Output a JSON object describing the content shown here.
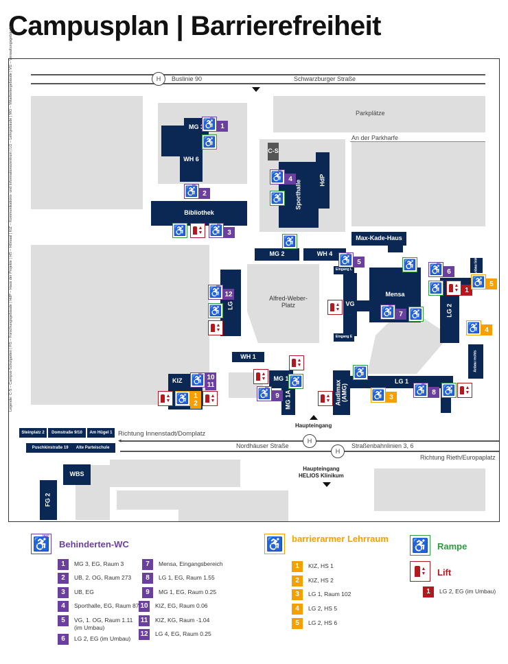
{
  "title": "Campusplan | Barrierefreiheit",
  "colors": {
    "navy": "#0b2855",
    "wc": "#6b3fa0",
    "lehrraum": "#f5a000",
    "rampe": "#2e9a3e",
    "lift": "#b3181e",
    "gray": "#dedede"
  },
  "side_legend": "Legende: C-S – Campus-Schulgarten | FG – Forschungsgebäude | HdP – Haus der Projekte | HS – Hörsaal | KIZ – Kommunikations- und Informationszentrum | LG – Lehrgebäude | MG – Mitarbeitergebäude | VG – Verwaltungsgebäude",
  "map": {
    "stop_label": "H",
    "roads": {
      "bus": "Buslinie 90",
      "schwarzburger": "Schwarzburger Straße",
      "parkplaetze": "Parkplätze",
      "parkharfe": "An der Parkharfe",
      "platz": "Alfred-Weber-Platz",
      "innenstadt": "Richtung Innenstadt/Domplatz",
      "nordhaeuser": "Nordhäuser Straße",
      "tram": "Straßenbahnlinien 3, 6",
      "rieth": "Richtung Rieth/Europaplatz",
      "haupteingang": "Haupteingang",
      "helios": "Haupteingang\nHELIOS Klinikum"
    },
    "buildings": [
      "MG 3",
      "",
      "WH 6",
      "Bibliothek",
      "C-S",
      "Sporthalle",
      "HdP",
      "MG 2",
      "WH 4",
      "Max-Kade-Haus",
      "",
      "Eingang L",
      "VG",
      "Eingang E",
      "",
      "Mensa",
      "LG 2",
      "",
      "Anbau links",
      "Anbau rechts",
      "LG 4",
      "WH 1",
      "KIZ",
      "MG 1",
      "MG 1A",
      "Audimax (AMG)",
      "LG 1",
      "",
      "WBS",
      "FG 2"
    ],
    "external": [
      "Steinplatz 2",
      "Domstraße 9/10",
      "Am Hügel 1",
      "Puschkinstraße 19",
      "Alte Parteischule"
    ],
    "markers": [
      {
        "type": "wc",
        "num": "1"
      },
      {
        "type": "ramp"
      },
      {
        "type": "wc",
        "num": "2"
      },
      {
        "type": "ramp"
      },
      {
        "type": "lift"
      },
      {
        "type": "wc",
        "num": "3"
      },
      {
        "type": "wc",
        "num": "4"
      },
      {
        "type": "ramp"
      },
      {
        "type": "ramp"
      },
      {
        "type": "wc",
        "num": "5"
      },
      {
        "type": "ramp"
      },
      {
        "type": "wc",
        "num": "6"
      },
      {
        "type": "ramp"
      },
      {
        "type": "lift",
        "num": "1"
      },
      {
        "type": "lehr",
        "num": "5"
      },
      {
        "type": "wc",
        "num": "12"
      },
      {
        "type": "ramp"
      },
      {
        "type": "lift"
      },
      {
        "type": "lift"
      },
      {
        "type": "wc",
        "num": "7"
      },
      {
        "type": "ramp"
      },
      {
        "type": "lehr",
        "num": "4"
      },
      {
        "type": "ramp"
      },
      {
        "type": "lift"
      },
      {
        "type": "lift"
      },
      {
        "type": "ramp"
      },
      {
        "type": "wc",
        "num": "9"
      },
      {
        "type": "wc",
        "num": "10\n11"
      },
      {
        "type": "lift"
      },
      {
        "type": "lehr",
        "num": "1\n2"
      },
      {
        "type": "lift"
      },
      {
        "type": "lift"
      },
      {
        "type": "lehr",
        "num": "3"
      },
      {
        "type": "wc",
        "num": "8"
      },
      {
        "type": "ramp"
      },
      {
        "type": "lift"
      }
    ]
  },
  "legend": {
    "wc": {
      "title": "Behinderten-WC",
      "items": [
        {
          "n": "1",
          "t": "MG 3, EG, Raum 3"
        },
        {
          "n": "2",
          "t": "UB, 2. OG, Raum 273"
        },
        {
          "n": "3",
          "t": "UB, EG"
        },
        {
          "n": "4",
          "t": "Sporthalle, EG, Raum 87"
        },
        {
          "n": "5",
          "t": "VG, 1. OG, Raum 1.11\n(im Umbau)"
        },
        {
          "n": "6",
          "t": "LG 2, EG (im Umbau)"
        },
        {
          "n": "7",
          "t": "Mensa, Eingangsbereich"
        },
        {
          "n": "8",
          "t": "LG 1, EG, Raum 1.55"
        },
        {
          "n": "9",
          "t": "MG 1, EG, Raum 0.25"
        },
        {
          "n": "10",
          "t": "KIZ, EG, Raum 0.06"
        },
        {
          "n": "11",
          "t": "KIZ, KG, Raum -1.04"
        },
        {
          "n": "12",
          "t": "LG 4, EG, Raum 0.25"
        }
      ]
    },
    "lehr": {
      "title": "barrierarmer Lehrraum",
      "items": [
        {
          "n": "1",
          "t": "KIZ, HS 1"
        },
        {
          "n": "2",
          "t": "KIZ, HS 2"
        },
        {
          "n": "3",
          "t": "LG 1, Raum 102"
        },
        {
          "n": "4",
          "t": "LG 2, HS 5"
        },
        {
          "n": "5",
          "t": "LG 2, HS 6"
        }
      ]
    },
    "ramp": {
      "title": "Rampe"
    },
    "lift": {
      "title": "Lift",
      "items": [
        {
          "n": "1",
          "t": "LG 2, EG (im Umbau)"
        }
      ]
    },
    "wc_icon_label": "WC"
  }
}
